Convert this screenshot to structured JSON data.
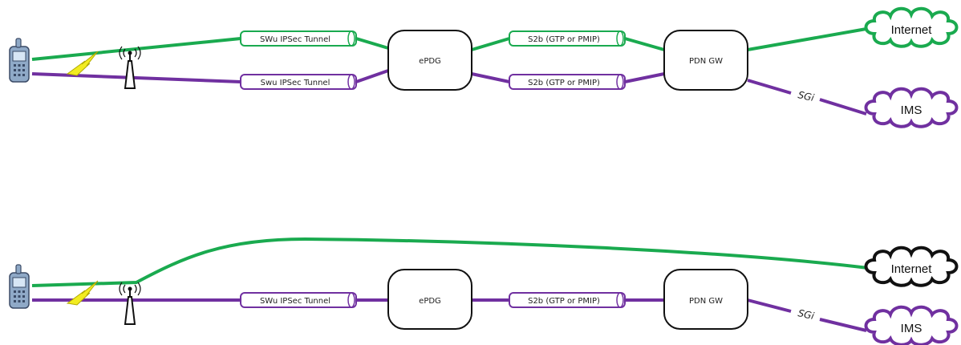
{
  "colors": {
    "green": "#1aaa4f",
    "purple": "#7030a0",
    "black": "#111111",
    "lightning": "#f2ec20"
  },
  "top": {
    "tunnel_green": "SWu IPSec Tunnel",
    "tunnel_purple": "Swu IPSec Tunnel",
    "epdg": "ePDG",
    "s2b_green": "S2b (GTP or PMIP)",
    "s2b_purple": "S2b (GTP or PMIP)",
    "pdn_gw": "PDN GW",
    "sgi": "SGi",
    "internet": "Internet",
    "ims": "IMS"
  },
  "bottom": {
    "tunnel": "SWu IPSec Tunnel",
    "epdg": "ePDG",
    "s2b": "S2b (GTP or PMIP)",
    "pdn_gw": "PDN GW",
    "sgi": "SGi",
    "internet": "Internet",
    "ims": "IMS"
  },
  "icons": [
    "phone-icon",
    "lightning-icon",
    "wifi-antenna-icon",
    "cloud-icon"
  ]
}
